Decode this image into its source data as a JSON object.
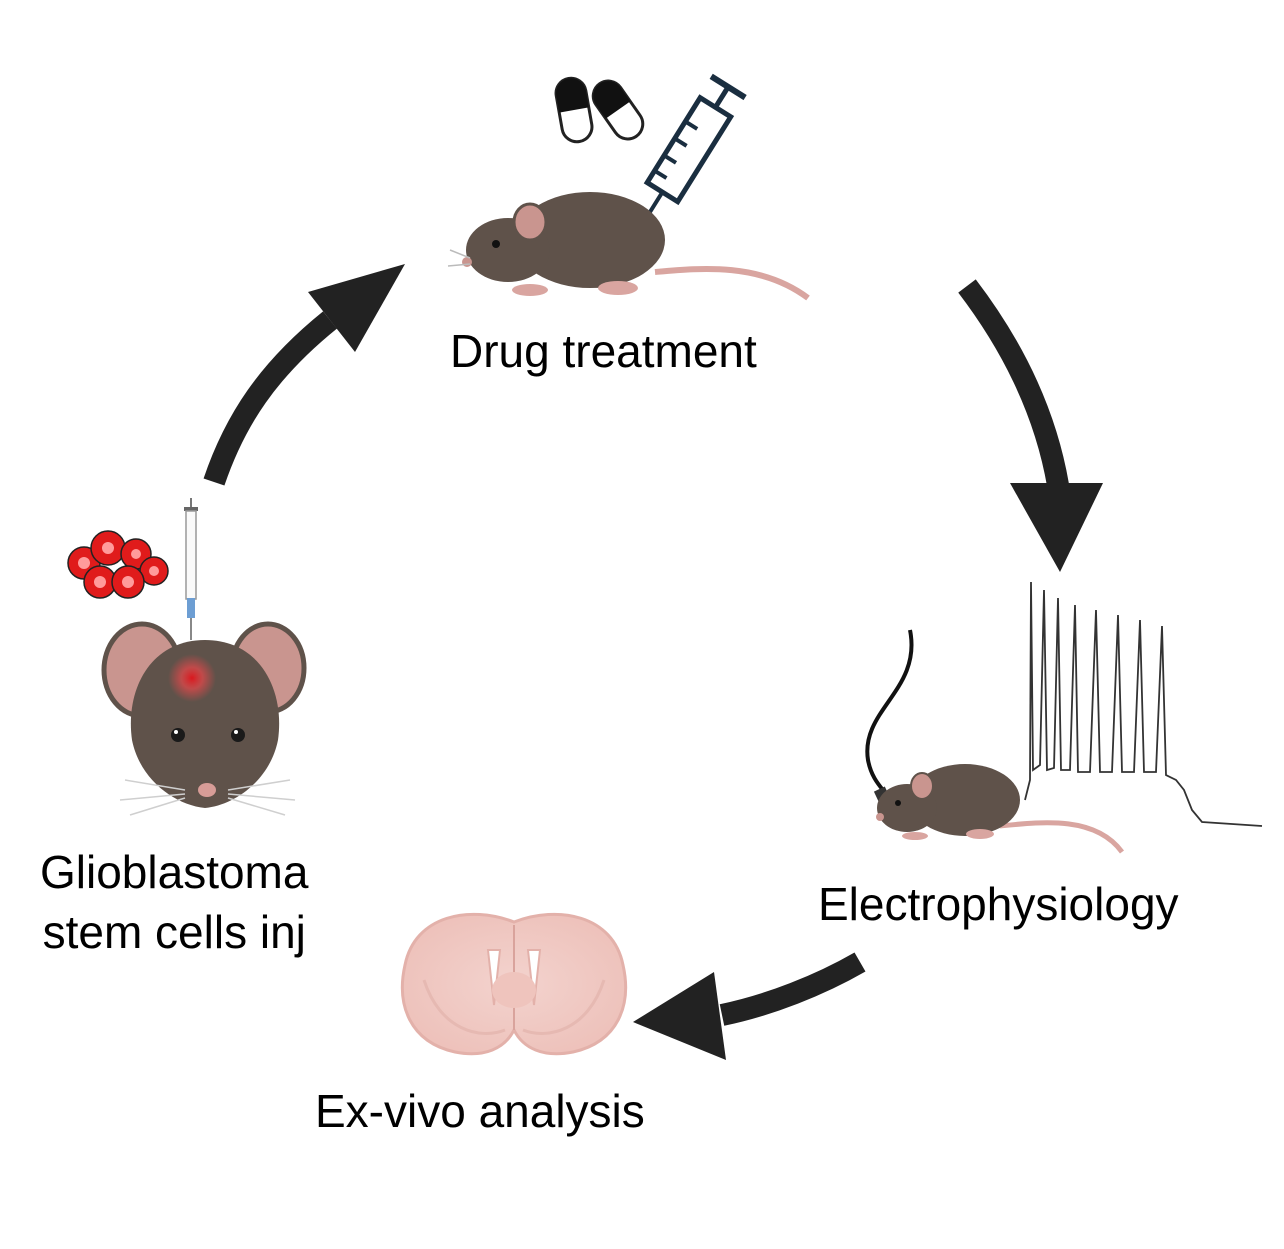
{
  "steps": {
    "drug": {
      "label": "Drug treatment"
    },
    "ephys": {
      "label": "Electrophysiology"
    },
    "exvivo": {
      "label": "Ex-vivo analysis"
    },
    "injection": {
      "line1": "Glioblastoma",
      "line2": "stem cells inj"
    }
  },
  "colors": {
    "arrow": "#222222",
    "mouse_body": "#5f524a",
    "mouse_ear": "#c9958f",
    "tail": "#d9a5a0",
    "cells": "#e01b1b",
    "brain": "#f1c9c3",
    "syringe_outline": "#1a2e40",
    "trace": "#333333"
  },
  "icons": [
    "pills-icon",
    "syringe-icon",
    "mouse-icon",
    "electrode-icon",
    "spike-trace-icon",
    "brain-slice-icon",
    "tumor-cells-icon",
    "needle-icon"
  ]
}
